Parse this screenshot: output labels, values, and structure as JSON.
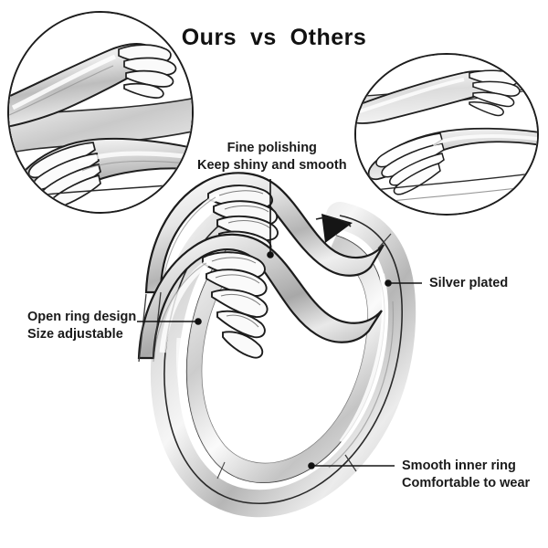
{
  "image": {
    "background_color": "#ffffff",
    "ink_color": "#1a1a1a",
    "product": "silver-plated hug ring"
  },
  "header": {
    "title": "Ours  vs  Others"
  },
  "insets": [
    {
      "id": "ours",
      "name": "inset-ours",
      "caption": "Ours",
      "description": "close-up of polished embracing hands"
    },
    {
      "id": "others",
      "name": "inset-others",
      "caption": "Others",
      "description": "close-up of thin unpolished hands"
    }
  ],
  "annotations": [
    {
      "id": "fine-polishing",
      "line1": "Fine polishing",
      "line2": "Keep shiny and smooth"
    },
    {
      "id": "silver-plated",
      "line1": "Silver plated",
      "line2": ""
    },
    {
      "id": "open-ring-design",
      "line1": "Open ring design",
      "line2": "Size adjustable"
    },
    {
      "id": "smooth-inner-ring",
      "line1": "Smooth inner ring",
      "line2": "Comfortable to wear"
    }
  ]
}
